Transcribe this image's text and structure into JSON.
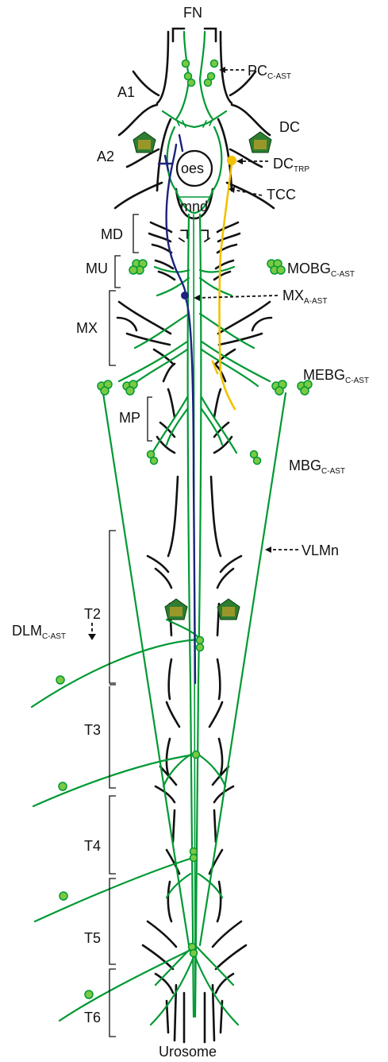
{
  "labels": {
    "fn": "FN",
    "pc": "PC",
    "pc_sub": "C-AST",
    "a1": "A1",
    "a2": "A2",
    "dc": "DC",
    "dc_trp": "DC",
    "dc_trp_sub": "TRP",
    "oes": "oes",
    "mnd": "mnd",
    "tcc": "TCC",
    "md": "MD",
    "mu": "MU",
    "mobg": "MOBG",
    "mobg_sub": "C-AST",
    "mx": "MX",
    "mx_ast": "MX",
    "mx_ast_sub": "A-AST",
    "mebg": "MEBG",
    "mebg_sub": "C-AST",
    "mp": "MP",
    "mbg": "MBG",
    "mbg_sub": "C-AST",
    "vlmn": "VLMn",
    "t2": "T2",
    "dlm": "DLM",
    "dlm_sub": "C-AST",
    "t3": "T3",
    "t4": "T4",
    "t5": "T5",
    "t6": "T6",
    "urosome": "Urosome"
  },
  "colors": {
    "nerve": "#009933",
    "cuticle": "#111111",
    "blue_neuron": "#1a237e",
    "yellow_neuron": "#f2c200",
    "ganglion_cell": "#7ac943",
    "pentagon_cell": "#2e7d32"
  }
}
